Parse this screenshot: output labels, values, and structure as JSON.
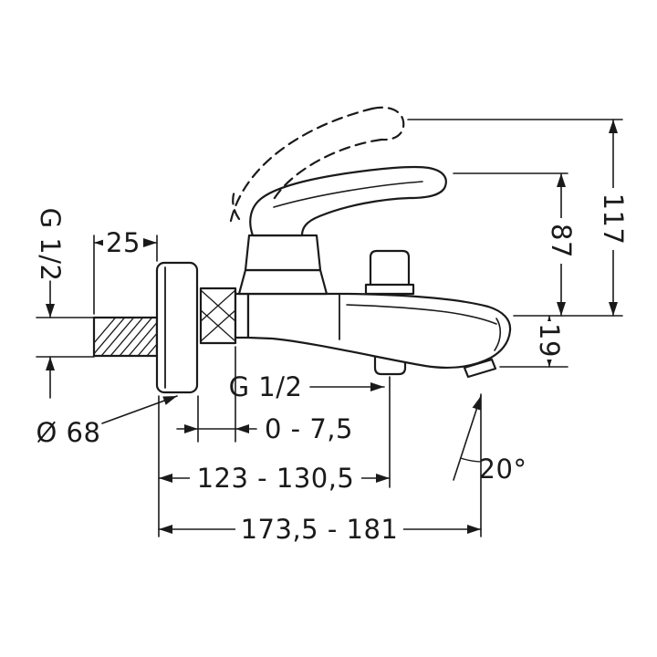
{
  "drawing": {
    "background": "#ffffff",
    "line_color": "#1a1a1a",
    "labels": {
      "thread_wall": "G 1/2",
      "nipple_length": "25",
      "escutcheon_diameter": "Ø 68",
      "thread_shower_outlet": "G 1/2",
      "escutcheon_adjustment": "0 - 7,5",
      "wall_to_shower_outlet": "123 - 130,5",
      "wall_to_spout_tip": "173,5 - 181",
      "height_handle_closed": "87",
      "height_handle_raised": "117",
      "spout_outlet_drop": "19",
      "aerator_angle": "20°"
    }
  }
}
